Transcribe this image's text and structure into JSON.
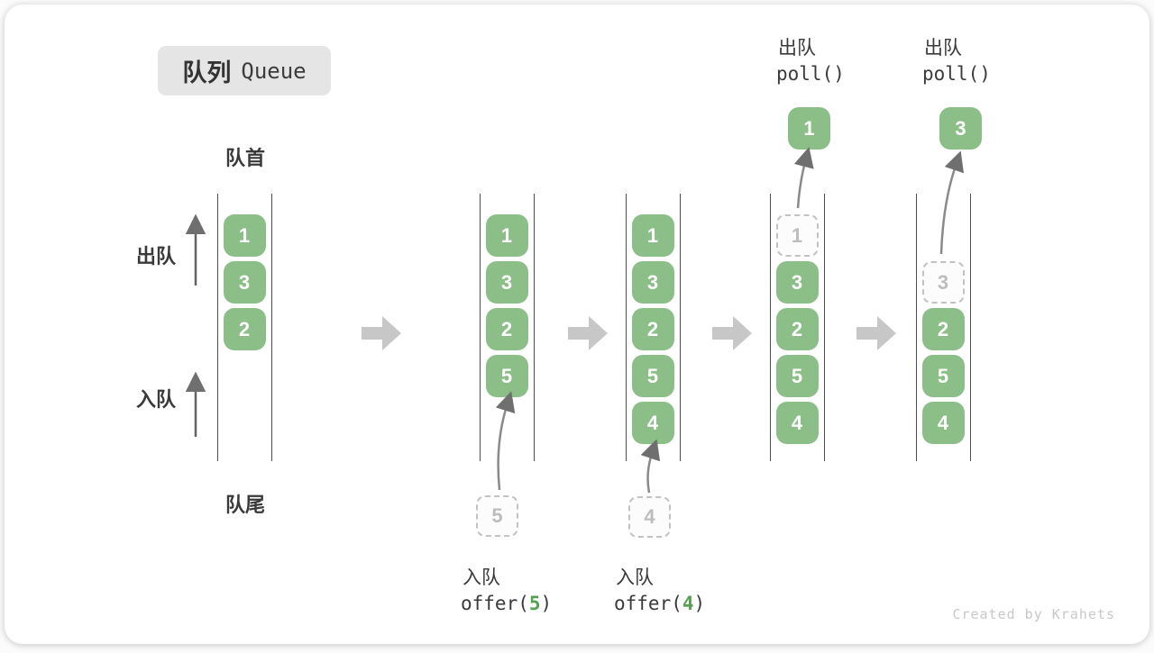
{
  "title": {
    "zh": "队列",
    "en": "Queue"
  },
  "side_labels": {
    "front": "队首",
    "rear": "队尾",
    "dequeue": "出队",
    "enqueue": "入队"
  },
  "columns": {
    "c1": {
      "cells": [
        "1",
        "3",
        "2"
      ]
    },
    "c2": {
      "cells": [
        "1",
        "3",
        "2",
        "5"
      ]
    },
    "c3": {
      "cells": [
        "1",
        "3",
        "2",
        "5",
        "4"
      ]
    },
    "c4": {
      "dashed": "1",
      "cells": [
        "3",
        "2",
        "5",
        "4"
      ]
    },
    "c5": {
      "dashed": "3",
      "cells": [
        "2",
        "5",
        "4"
      ]
    }
  },
  "operations": {
    "enqueue5": {
      "label": "入队",
      "fn": "offer(",
      "arg": "5",
      "close": ")",
      "value": "5"
    },
    "enqueue4": {
      "label": "入队",
      "fn": "offer(",
      "arg": "4",
      "close": ")",
      "value": "4"
    },
    "poll1": {
      "label": "出队",
      "code": "poll()",
      "value": "1"
    },
    "poll2": {
      "label": "出队",
      "code": "poll()",
      "value": "3"
    }
  },
  "watermark": "Created by Krahets",
  "colors": {
    "box_green": "#8cbf88",
    "arg_green": "#55a152",
    "block_arrow_gray": "#c7c7c7",
    "line_dark": "#4d4d4d",
    "dashed_gray": "#c2c2c2"
  }
}
